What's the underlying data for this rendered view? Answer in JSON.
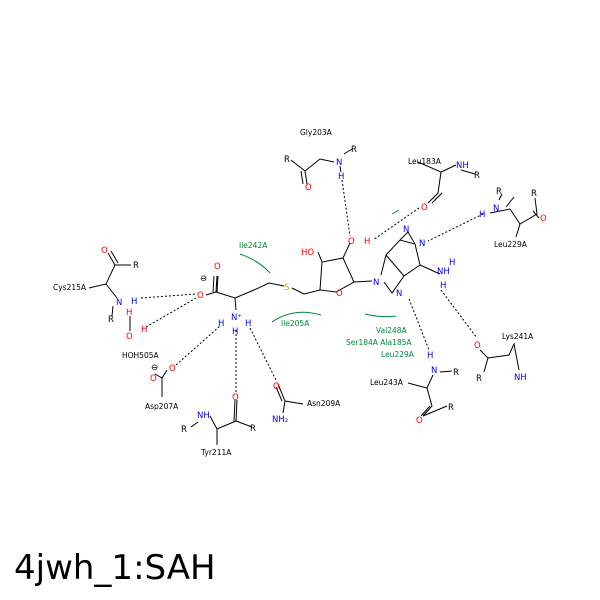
{
  "title": "4jwh_1:SAH",
  "residues": {
    "gly203": "Gly203A",
    "leu183": "Leu183A",
    "leu229_top": "Leu229A",
    "cys215": "Cys215A",
    "hoh505": "HOH505A",
    "asp207": "Asp207A",
    "tyr211": "Tyr211A",
    "asn209": "Asn209A",
    "leu243": "Leu243A",
    "lys241": "Lys241A"
  },
  "hydrophobic": {
    "ile242": "Ile242A",
    "ile205": "Ile205A",
    "val248": "Val248A",
    "ser_ala": "Ser184A Ala185A",
    "leu229": "Leu229A"
  },
  "atoms": {
    "R": "R",
    "N": "N",
    "O": "O",
    "H": "H",
    "S": "S",
    "HO": "HO",
    "NH": "NH",
    "NH2": "NH₂",
    "Nplus": "N⁺",
    "minus": "⊖"
  },
  "colors": {
    "nitrogen": "#0000ff",
    "oxygen": "#ff0000",
    "sulfur": "#b8a000",
    "hydrophobic": "#008a3a",
    "bond": "#000000"
  }
}
